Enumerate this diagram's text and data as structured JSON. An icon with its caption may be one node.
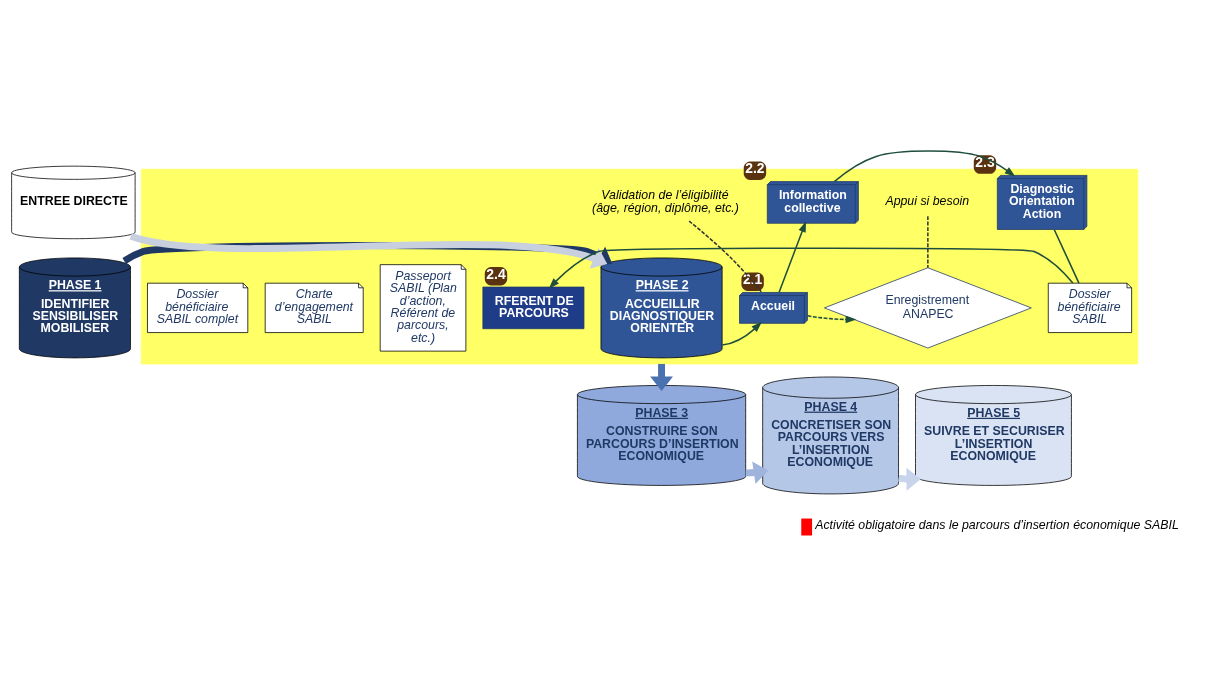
{
  "diagram": {
    "nodes": [
      {
        "text": [],
        "shape": "box"
      },
      {
        "text": [
          "PHASE 1",
          "IDENTIFIER SENSIBILISER MOBILISER"
        ]
      },
      {
        "text": [
          "ENTREE DIRECTE"
        ]
      },
      {
        "text": [
          "PHASE 2",
          "ACCUEILLIR DIAGNOSTIQUER ORIENTER"
        ],
        "in": 0
      },
      {
        "text": [
          "Accueil"
        ],
        "beside": [
          "2.1"
        ],
        "in": 0
      },
      {
        "text": [
          "Enregistrement ANAPEC"
        ],
        "in": 0
      },
      {
        "text": [
          "Validation de l’éligibilité (âge, région, diplôme, etc.)"
        ],
        "in": 0
      },
      {
        "text": [
          "Appui si besoin"
        ],
        "in": 0
      },
      {
        "text": [
          "Information collective"
        ],
        "beside": [
          "2.2"
        ],
        "in": 0
      },
      {
        "text": [
          "Diagnostic Orientation Action"
        ],
        "beside": [
          "2.3"
        ],
        "in": 0
      },
      {
        "text": [
          "Dossier bénéficiaire SABIL"
        ],
        "in": 0
      },
      {
        "text": [
          "Dossier bénéficiaire SABIL complet"
        ],
        "in": 0
      },
      {
        "text": [
          "Charte d’engagement SABIL"
        ],
        "in": 0
      },
      {
        "text": [
          "Passeport SABIL (Plan d’action, Référent de parcours, etc.)"
        ],
        "in": 0
      },
      {
        "text": [
          "RFERENT DE PARCOURS"
        ],
        "beside": [
          "2.4"
        ],
        "in": 0
      },
      {
        "text": [
          "PHASE 3",
          "CONSTRUIRE SON PARCOURS D’INSERTION ECONOMIQUE"
        ]
      },
      {
        "text": [
          "PHASE 4",
          "CONCRETISER SON PARCOURS VERS L’INSERTION ECONOMIQUE"
        ]
      },
      {
        "text": [
          "PHASE 5",
          "SUIVRE ET SECURISER L’INSERTION ECONOMIQUE"
        ]
      }
    ],
    "edges": [
      {
        "from": 1,
        "to": 3,
        "arrow": "to",
        "style": "thick",
        "color": "#1f3864"
      },
      {
        "from": 2,
        "to": 3,
        "arrow": "to",
        "style": "thick",
        "color": "#c8d0e0"
      },
      {
        "from": 3,
        "to": 4,
        "arrow": "to"
      },
      {
        "from": 4,
        "to": 5,
        "arrow": "to",
        "style": "dashed"
      },
      {
        "from": 6,
        "to": 4,
        "arrow": "none",
        "style": "dashed",
        "color": "#333333"
      },
      {
        "from": 7,
        "to": 5,
        "arrow": "none",
        "style": "dashed",
        "color": "#333333"
      },
      {
        "from": 4,
        "to": 8,
        "arrow": "to"
      },
      {
        "from": 8,
        "to": 9,
        "arrow": "to"
      },
      {
        "from": 9,
        "to": 10,
        "arrow": "none"
      },
      {
        "from": 10,
        "to": 14,
        "arrow": "to"
      },
      {
        "from": 0,
        "to": 15,
        "arrow": "to",
        "style": "thick",
        "color": "#4a72b0"
      },
      {
        "from": 15,
        "to": 16,
        "arrow": "to",
        "style": "thick",
        "color": "#9fb4dc"
      },
      {
        "from": 16,
        "to": 17,
        "arrow": "to",
        "style": "thick",
        "color": "#c8d4ec"
      }
    ],
    "legend": [
      {
        "text": "Activité obligatoire dans le parcours d’insertion économique SABIL",
        "color": "#ff0000"
      }
    ]
  }
}
